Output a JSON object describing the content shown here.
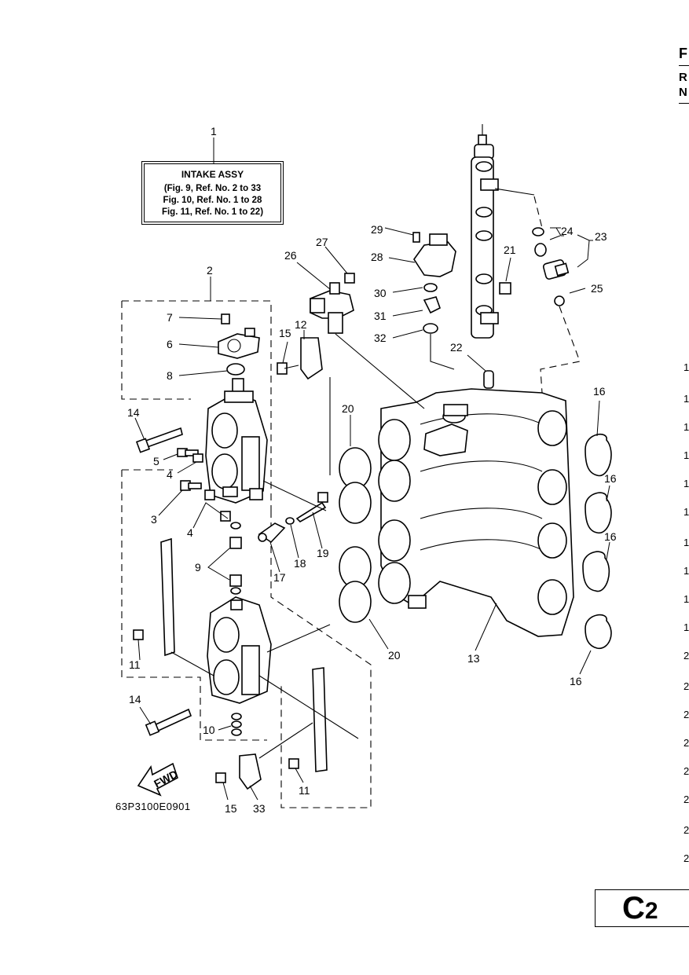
{
  "title_box": {
    "name": "INTAKE ASSY",
    "lines": [
      "(Fig. 9, Ref. No. 2 to 33",
      " Fig. 10, Ref. No. 1 to 28",
      " Fig. 11, Ref. No. 1 to 22)"
    ]
  },
  "header_fragments": [
    "F",
    "R",
    "N"
  ],
  "figure_code": "63P3100E0901",
  "fwd_label": "FWD",
  "page_code": {
    "letter": "C",
    "number": "2"
  },
  "margin_digits": [
    "1",
    "1",
    "1",
    "1",
    "1",
    "1",
    "1",
    "1",
    "1",
    "1",
    "2",
    "2",
    "2",
    "2",
    "2",
    "2",
    "2",
    "2"
  ],
  "callouts": {
    "c1": "1",
    "c2": "2",
    "c3": "3",
    "c4a": "4",
    "c4b": "4",
    "c5": "5",
    "c6": "6",
    "c7": "7",
    "c8": "8",
    "c9": "9",
    "c10": "10",
    "c11a": "11",
    "c11b": "11",
    "c12": "12",
    "c13": "13",
    "c14a": "14",
    "c14b": "14",
    "c15a": "15",
    "c15b": "15",
    "c16a": "16",
    "c16b": "16",
    "c16c": "16",
    "c16d": "16",
    "c17": "17",
    "c18": "18",
    "c19": "19",
    "c20a": "20",
    "c20b": "20",
    "c21": "21",
    "c22": "22",
    "c23": "23",
    "c24": "24",
    "c25": "25",
    "c26": "26",
    "c27": "27",
    "c28": "28",
    "c29": "29",
    "c30": "30",
    "c31": "31",
    "c32": "32",
    "c33": "33"
  }
}
